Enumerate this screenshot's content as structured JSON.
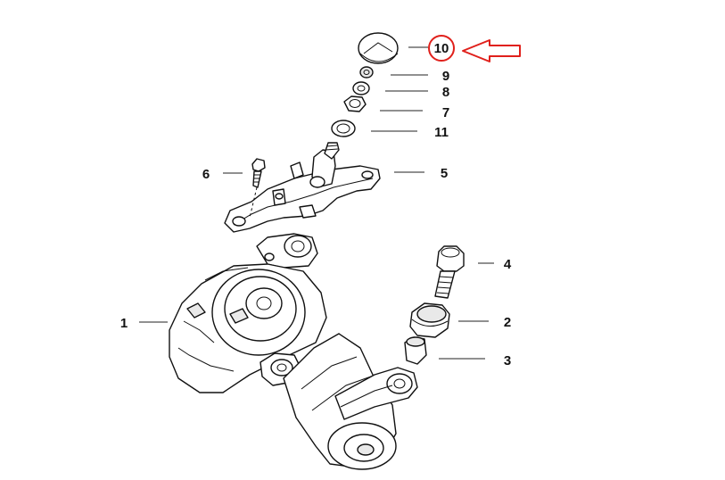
{
  "callouts": [
    {
      "id": "c1",
      "label": "1"
    },
    {
      "id": "c2",
      "label": "2"
    },
    {
      "id": "c3",
      "label": "3"
    },
    {
      "id": "c4",
      "label": "4"
    },
    {
      "id": "c5",
      "label": "5"
    },
    {
      "id": "c6",
      "label": "6"
    },
    {
      "id": "c7",
      "label": "7"
    },
    {
      "id": "c8",
      "label": "8"
    },
    {
      "id": "c9",
      "label": "9"
    },
    {
      "id": "c10",
      "label": "10"
    },
    {
      "id": "c11",
      "label": "11"
    }
  ],
  "highlight": {
    "target_label": "10",
    "color": "#e0201b"
  },
  "colors": {
    "line": "#111111",
    "background": "#ffffff"
  }
}
